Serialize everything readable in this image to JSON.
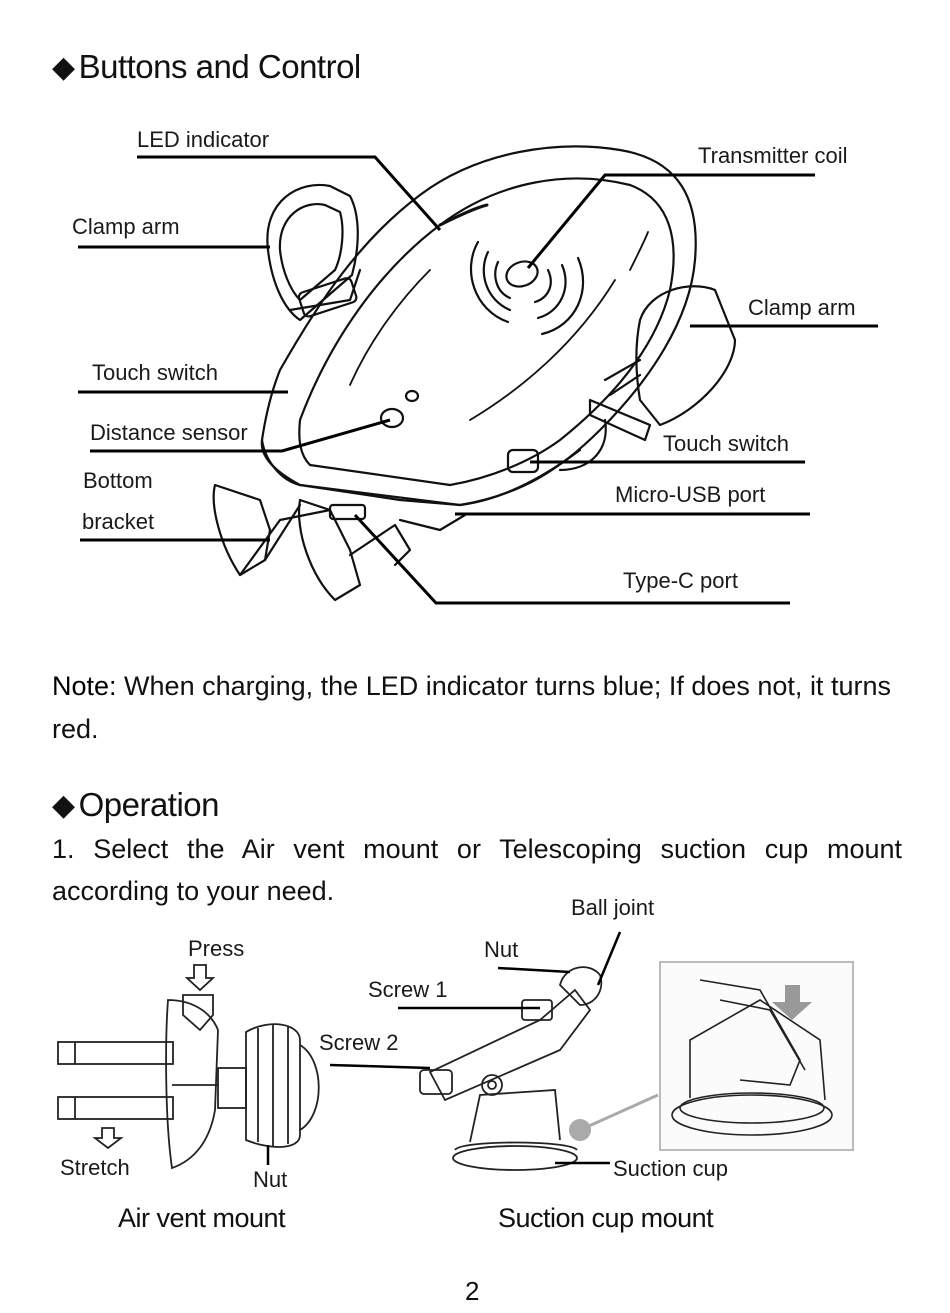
{
  "sections": {
    "buttons": {
      "bullet": "◆",
      "title": "Buttons and Control"
    },
    "operation": {
      "bullet": "◆",
      "title": "Operation"
    }
  },
  "callouts": {
    "led_indicator": "LED indicator",
    "transmitter_coil": "Transmitter coil",
    "clamp_arm_left": "Clamp arm",
    "clamp_arm_right": "Clamp arm",
    "touch_switch_left": "Touch switch",
    "touch_switch_right": "Touch switch",
    "distance_sensor": "Distance sensor",
    "bottom_bracket_1": "Bottom",
    "bottom_bracket_2": "bracket",
    "micro_usb_port": "Micro-USB port",
    "type_c_port": "Type-C port"
  },
  "note": {
    "label": "Note:",
    "text": " When charging, the LED indicator turns blue; If does not, it turns red."
  },
  "operation_step": "1. Select the Air vent mount or Telescoping suction cup mount according to your need.",
  "air_vent": {
    "press": "Press",
    "stretch": "Stretch",
    "nut": "Nut",
    "title": "Air vent mount"
  },
  "suction": {
    "ball_joint": "Ball joint",
    "nut": "Nut",
    "screw1": "Screw 1",
    "screw2": "Screw 2",
    "suction_cup": "Suction cup",
    "title": "Suction cup mount"
  },
  "page_number": "2"
}
